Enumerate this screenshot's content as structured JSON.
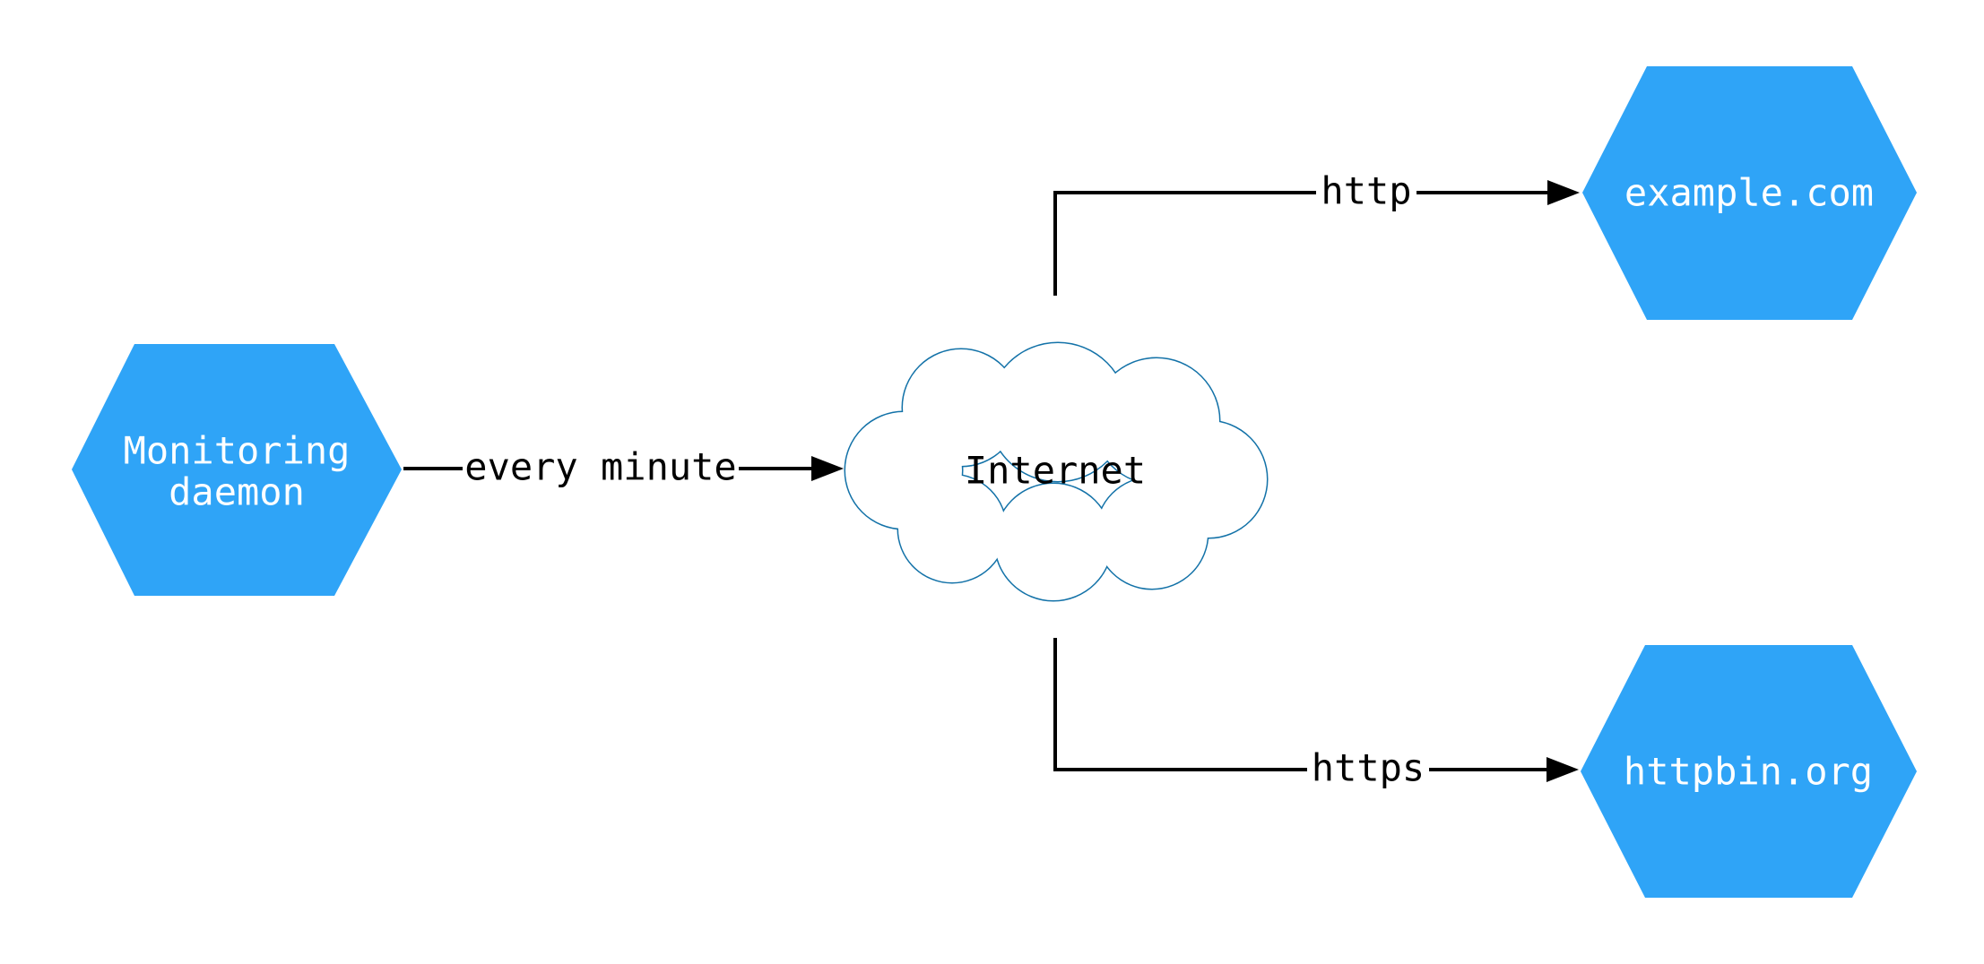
{
  "colors": {
    "background": "#ffffff",
    "node_fill": "#2fa4f7",
    "node_text": "#ffffff",
    "cloud_outline": "#1372a8",
    "cloud_fill": "#ffffff",
    "edge_line": "#000000",
    "edge_text": "#000000"
  },
  "diagram": {
    "nodes": {
      "monitoring_daemon": {
        "shape": "hexagon",
        "label": "Monitoring daemon",
        "label_line1": "Monitoring",
        "label_line2": "daemon"
      },
      "internet": {
        "shape": "cloud",
        "label": "Internet"
      },
      "example_com": {
        "shape": "hexagon",
        "label": "example.com"
      },
      "httpbin_org": {
        "shape": "hexagon",
        "label": "httpbin.org"
      }
    },
    "edges": [
      {
        "from": "Monitoring daemon",
        "to": "Internet",
        "label": "every minute"
      },
      {
        "from": "Internet",
        "to": "example.com",
        "label": "http"
      },
      {
        "from": "Internet",
        "to": "httpbin.org",
        "label": "https"
      }
    ]
  }
}
